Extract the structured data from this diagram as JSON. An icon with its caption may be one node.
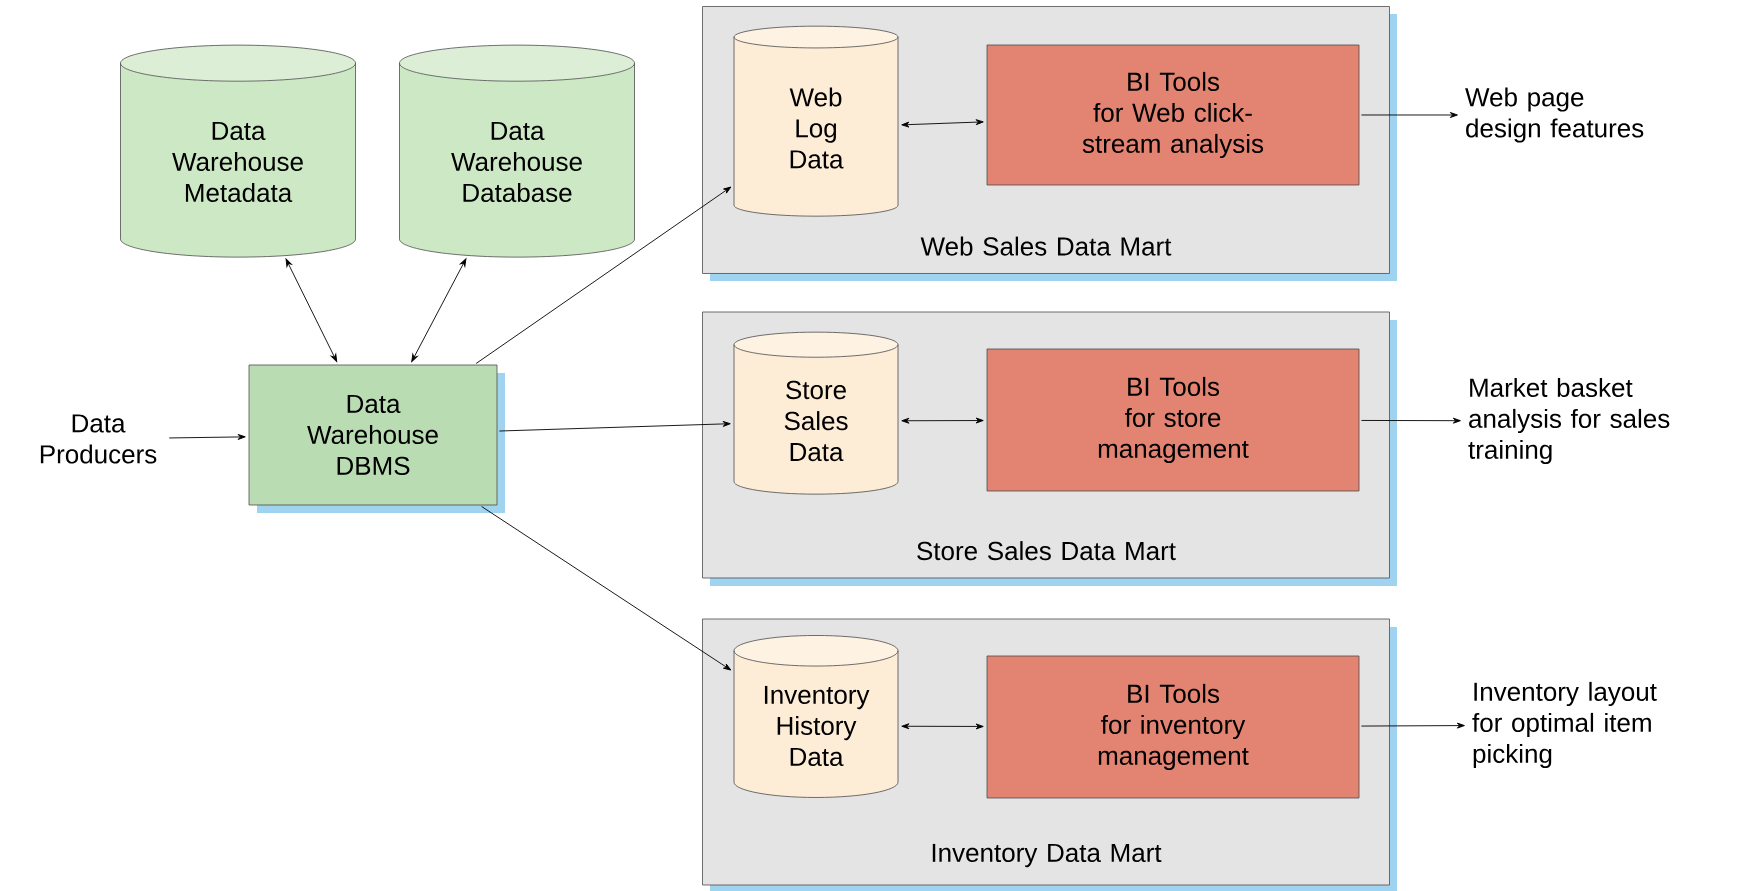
{
  "diagram": {
    "nodes": [
      {
        "text": [
          "Data Warehouse Metadata"
        ]
      },
      {
        "text": [
          "Data Warehouse Database"
        ]
      },
      {
        "text": [
          "Data Producers"
        ]
      },
      {
        "text": [
          "Data Warehouse DBMS"
        ]
      },
      {
        "text": [
          "Web Sales Data Mart"
        ]
      },
      {
        "text": [
          "Web Log Data"
        ],
        "in": 4
      },
      {
        "text": [
          "BI Tools",
          "for Web click-stream analysis"
        ],
        "in": 4
      },
      {
        "text": [
          "Web page design features"
        ]
      },
      {
        "text": [
          "Store Sales Data Mart"
        ]
      },
      {
        "text": [
          "Store Sales Data"
        ],
        "in": 8
      },
      {
        "text": [
          "BI Tools",
          "for store management"
        ],
        "in": 8
      },
      {
        "text": [
          "Market basket analysis for sales training"
        ]
      },
      {
        "text": [
          "Inventory Data Mart"
        ]
      },
      {
        "text": [
          "Inventory History Data"
        ],
        "in": 12
      },
      {
        "text": [
          "BI Tools",
          "for inventory management"
        ],
        "in": 12
      },
      {
        "text": [
          "Inventory layout for optimal item picking"
        ]
      }
    ],
    "edges": [
      {
        "from": 0,
        "to": 3,
        "arrow": "both"
      },
      {
        "from": 1,
        "to": 3,
        "arrow": "both"
      },
      {
        "from": 2,
        "to": 3,
        "arrow": "to"
      },
      {
        "from": 3,
        "to": 5,
        "arrow": "to"
      },
      {
        "from": 3,
        "to": 9,
        "arrow": "to"
      },
      {
        "from": 3,
        "to": 13,
        "arrow": "to"
      },
      {
        "from": 5,
        "to": 6,
        "arrow": "both"
      },
      {
        "from": 6,
        "to": 7,
        "arrow": "to"
      },
      {
        "from": 9,
        "to": 10,
        "arrow": "both"
      },
      {
        "from": 10,
        "to": 11,
        "arrow": "to"
      },
      {
        "from": 13,
        "to": 14,
        "arrow": "both"
      },
      {
        "from": 14,
        "to": 15,
        "arrow": "to"
      }
    ]
  }
}
